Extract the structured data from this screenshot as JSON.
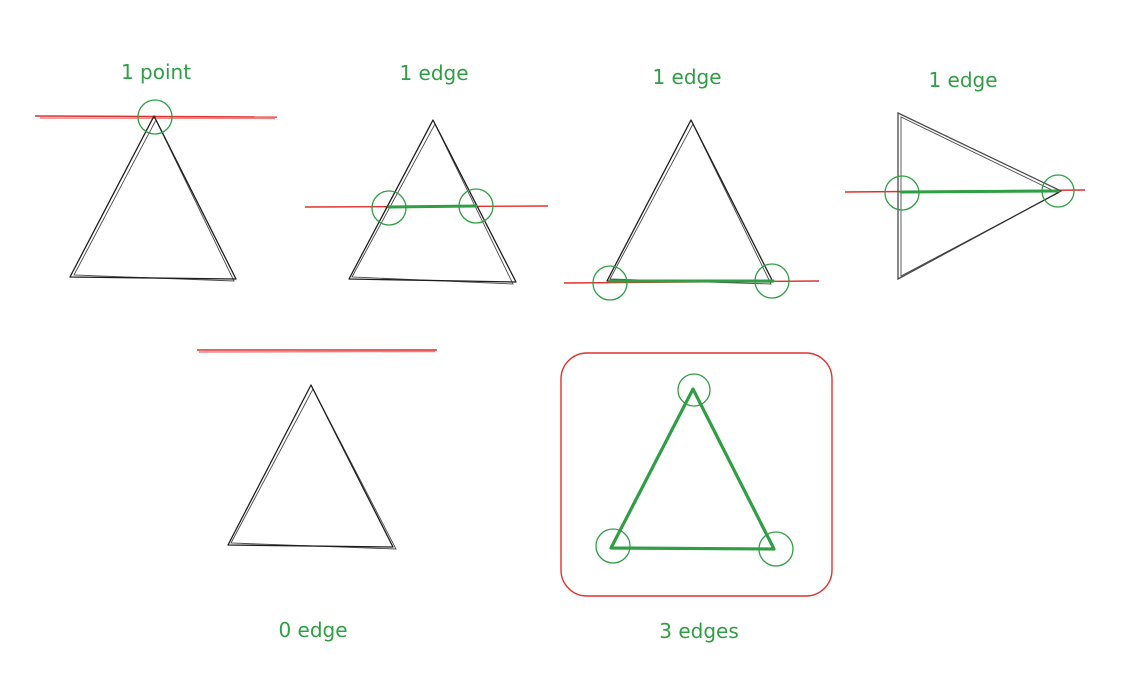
{
  "labels": {
    "panel1": "1 point",
    "panel2": "1 edge",
    "panel3": "1 edge",
    "panel4": "1 edge",
    "panel5": "0 edge",
    "panel6": "3 edges"
  },
  "colors": {
    "red": "#e03131",
    "green": "#2f9e44",
    "black": "#1e1e1e"
  }
}
